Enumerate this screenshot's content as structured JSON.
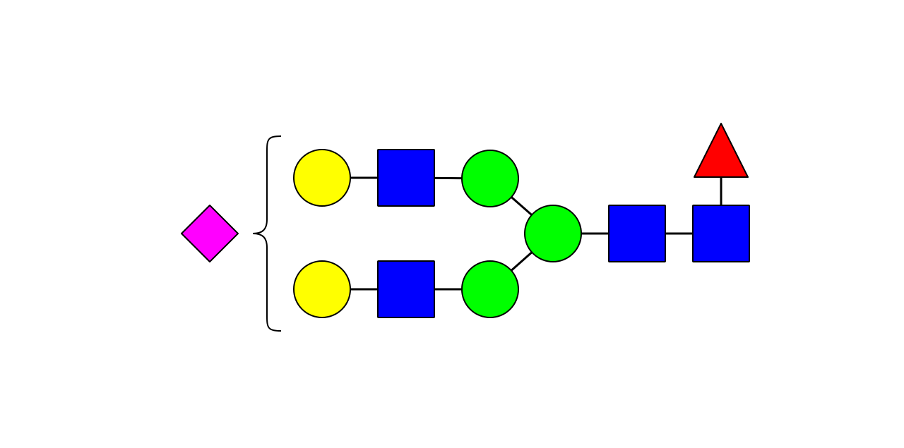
{
  "diagram": {
    "kind": "glycan-structure",
    "colors": {
      "background": "#ffffff",
      "outline": "#000000",
      "bond": "#000000"
    },
    "residues": [
      {
        "id": "sialic-acid",
        "shape": "diamond",
        "color": "#ff00ff"
      },
      {
        "id": "galactose-upper",
        "shape": "circle",
        "color": "#ffff00"
      },
      {
        "id": "glcnac-upper",
        "shape": "square",
        "color": "#0000ff"
      },
      {
        "id": "mannose-upper",
        "shape": "circle",
        "color": "#00ff00"
      },
      {
        "id": "galactose-lower",
        "shape": "circle",
        "color": "#ffff00"
      },
      {
        "id": "glcnac-lower",
        "shape": "square",
        "color": "#0000ff"
      },
      {
        "id": "mannose-lower",
        "shape": "circle",
        "color": "#00ff00"
      },
      {
        "id": "mannose-core",
        "shape": "circle",
        "color": "#00ff00"
      },
      {
        "id": "glcnac-core",
        "shape": "square",
        "color": "#0000ff"
      },
      {
        "id": "glcnac-reducing-end",
        "shape": "square",
        "color": "#0000ff"
      },
      {
        "id": "fucose",
        "shape": "triangle",
        "color": "#ff0000"
      }
    ],
    "bonds": [
      [
        "galactose-upper",
        "glcnac-upper"
      ],
      [
        "glcnac-upper",
        "mannose-upper"
      ],
      [
        "mannose-upper",
        "mannose-core"
      ],
      [
        "galactose-lower",
        "glcnac-lower"
      ],
      [
        "glcnac-lower",
        "mannose-lower"
      ],
      [
        "mannose-lower",
        "mannose-core"
      ],
      [
        "mannose-core",
        "glcnac-core"
      ],
      [
        "glcnac-core",
        "glcnac-reducing-end"
      ],
      [
        "glcnac-reducing-end",
        "fucose"
      ]
    ],
    "uncertain_attachment": {
      "residue": "sialic-acid",
      "brace_spans": [
        "galactose-upper",
        "galactose-lower"
      ]
    }
  }
}
